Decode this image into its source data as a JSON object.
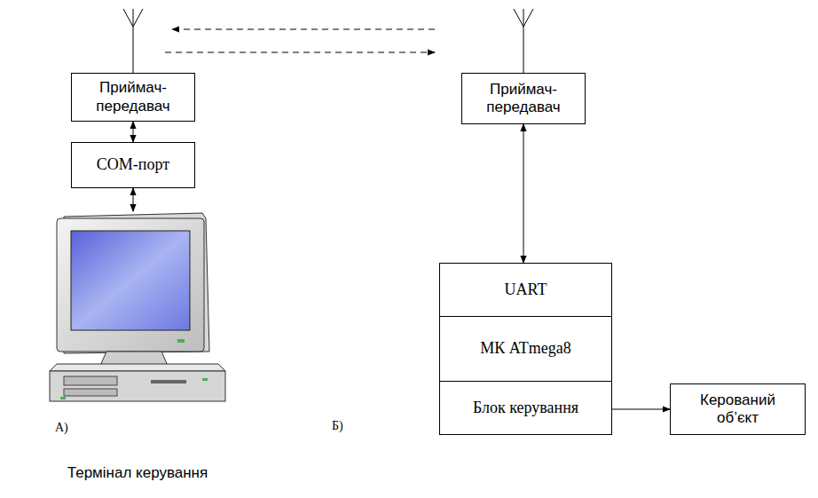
{
  "diagram": {
    "nodes": [
      {
        "text": [
          "Приймач- передавач"
        ]
      },
      {
        "text": [
          "COM-порт"
        ]
      },
      {
        "text": [
          "Термінал керування"
        ]
      },
      {
        "text": [
          "Приймач- передавач"
        ]
      },
      {
        "text": [
          "UART"
        ]
      },
      {
        "text": [
          "МК ATmega8"
        ]
      },
      {
        "text": [
          "Блок керування"
        ]
      },
      {
        "text": [
          "Керований об’єкт"
        ]
      }
    ],
    "edges": [
      {
        "from": 0,
        "to": 1,
        "arrow": "both"
      },
      {
        "from": 1,
        "to": 2,
        "arrow": "both"
      },
      {
        "from": 3,
        "to": 4,
        "arrow": "both"
      },
      {
        "from": 6,
        "to": 7,
        "arrow": "to"
      }
    ],
    "labels": [
      "А)",
      "Б)"
    ]
  }
}
